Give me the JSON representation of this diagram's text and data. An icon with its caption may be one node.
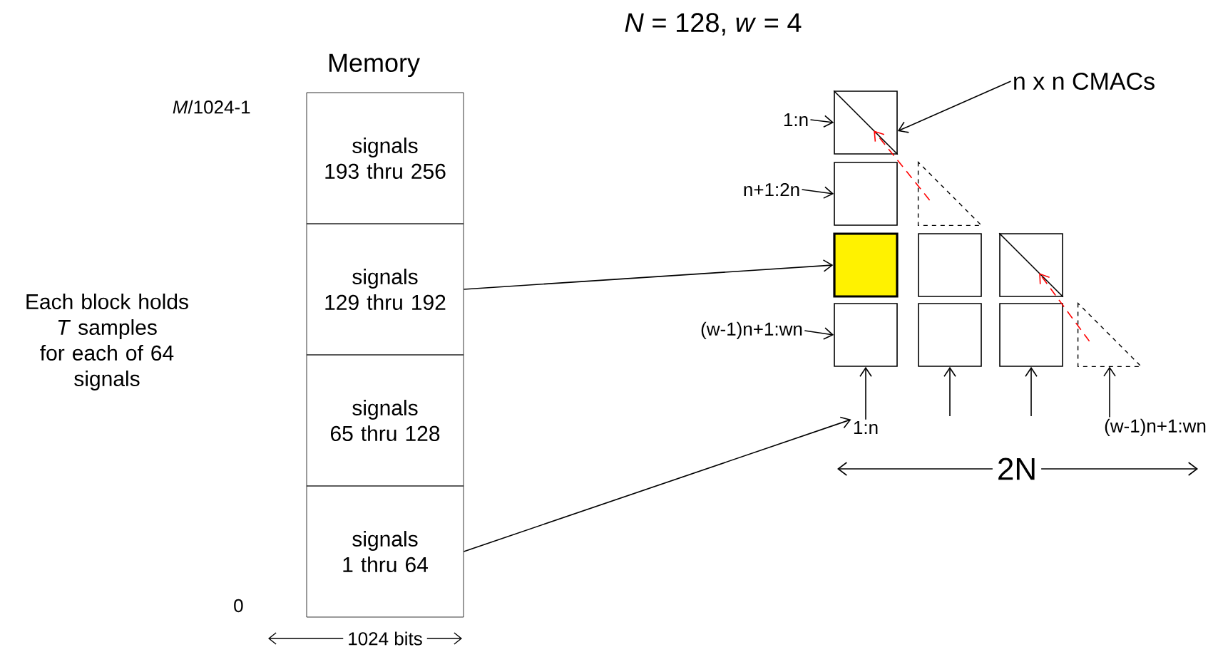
{
  "diagram": {
    "title": "*N* = 128, *w* = 4",
    "nodes": [
      {
        "text": [
          "signals 193 thru 256"
        ]
      },
      {
        "text": [
          "signals 129 thru 192"
        ]
      },
      {
        "text": [
          "signals 65 thru 128"
        ]
      },
      {
        "text": [
          "signals 1 thru 64"
        ]
      },
      {
        "text": [],
        "shape": "box"
      },
      {
        "text": [],
        "shape": "box"
      },
      {
        "text": [],
        "shape": "box"
      },
      {
        "text": [],
        "shape": "box"
      },
      {
        "text": [],
        "shape": "box"
      },
      {
        "text": [],
        "shape": "box"
      },
      {
        "text": [],
        "shape": "box"
      },
      {
        "text": [],
        "shape": "box"
      },
      {
        "text": [
          "1:n"
        ]
      },
      {
        "text": [
          "n+1:2n"
        ]
      },
      {
        "text": [
          "(w-1)n+1:wn"
        ]
      },
      {
        "text": [
          "n x n CMACs"
        ]
      },
      {
        "text": [
          "1:n"
        ]
      },
      {
        "text": [
          "(w-1)n+1:wn"
        ]
      },
      {
        "text": [],
        "shape": "triangle"
      },
      {
        "text": [],
        "shape": "triangle"
      }
    ],
    "edges": [
      {
        "from": 12,
        "to": 4,
        "arrow": "to"
      },
      {
        "from": 13,
        "to": 5,
        "arrow": "to"
      },
      {
        "from": 14,
        "to": 9,
        "arrow": "to"
      },
      {
        "from": 15,
        "to": 4,
        "arrow": "to"
      },
      {
        "from": 1,
        "to": 6,
        "arrow": "to"
      },
      {
        "from": 3,
        "to": 16,
        "arrow": "to"
      },
      {
        "from": 16,
        "to": 9,
        "arrow": "to"
      },
      {
        "from": null,
        "to": 10,
        "arrow": "to"
      },
      {
        "from": null,
        "to": 11,
        "arrow": "to"
      },
      {
        "from": 17,
        "to": 19,
        "arrow": "to"
      },
      {
        "from": 18,
        "to": 4,
        "arrow": "to",
        "style": "dashed",
        "color": "#ff0000"
      },
      {
        "from": 19,
        "to": 8,
        "arrow": "to",
        "style": "dashed",
        "color": "#ff0000"
      }
    ],
    "labels": [
      "Memory",
      "*M*/1024-1",
      "0",
      "1024 bits",
      "Each block holds *T* samples for each of 64 signals",
      "2N"
    ]
  }
}
